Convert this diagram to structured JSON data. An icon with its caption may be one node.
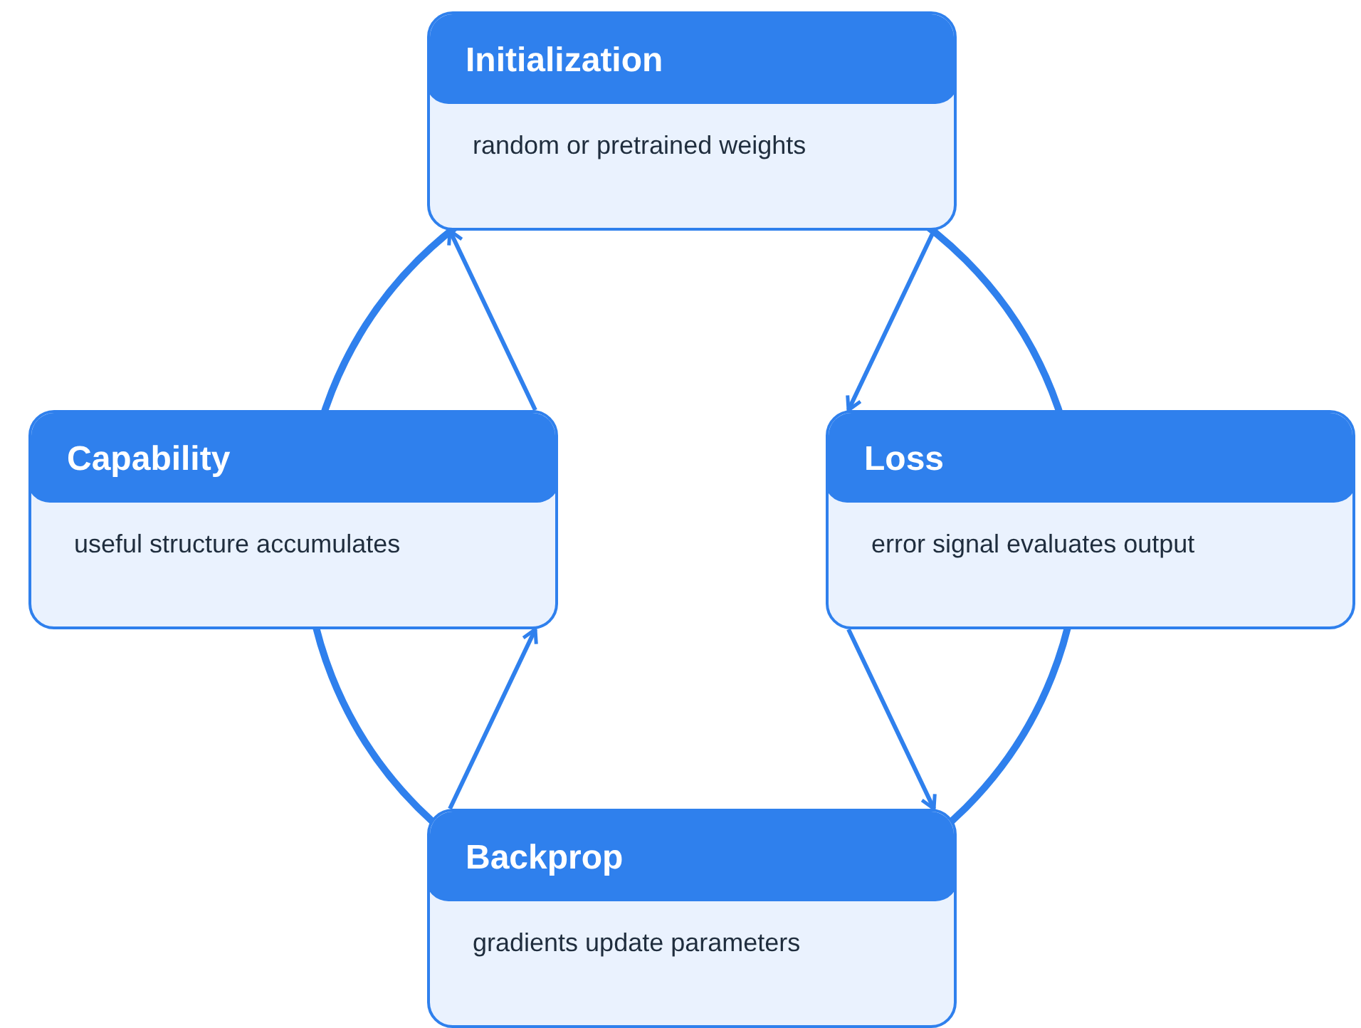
{
  "diagram": {
    "nodes": [
      {
        "text": [
          "Initialization",
          "random or pretrained weights"
        ]
      },
      {
        "text": [
          "Capability",
          "useful structure accumulates"
        ]
      },
      {
        "text": [
          "Loss",
          "error signal evaluates output"
        ]
      },
      {
        "text": [
          "Backprop",
          "gradients update parameters"
        ]
      }
    ],
    "edges": [
      {
        "from": 0,
        "to": 2,
        "arrow": "to"
      },
      {
        "from": 2,
        "to": 3,
        "arrow": "to"
      },
      {
        "from": 3,
        "to": 1,
        "arrow": "to"
      },
      {
        "from": 1,
        "to": 0,
        "arrow": "to"
      }
    ]
  }
}
